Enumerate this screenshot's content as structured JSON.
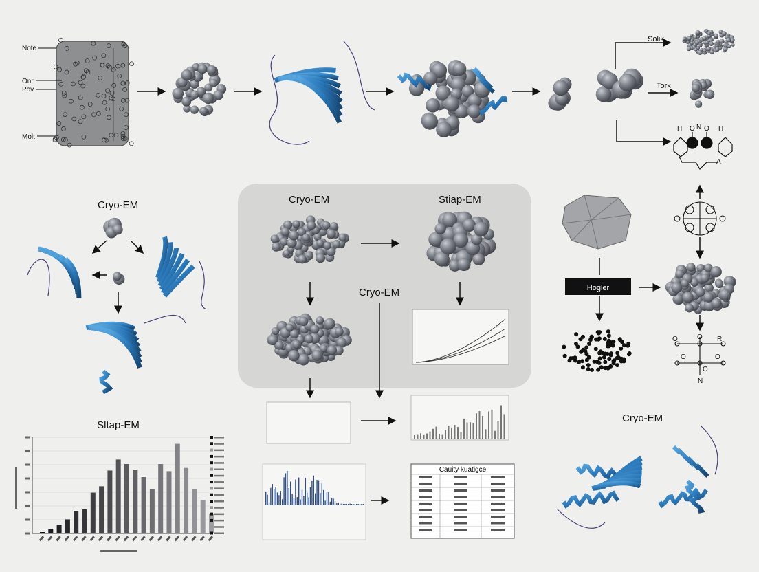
{
  "colors": {
    "background": "#efefee",
    "ribbon": "#2a78b8",
    "ribbon_dark": "#1d4f80",
    "sphere": "#7c8088",
    "panel": "#d6d6d4",
    "loop": "#4a3f78"
  },
  "top_row": {
    "cell_labels": [
      "Note",
      "Onr",
      "Pov",
      "Molt"
    ],
    "branch_labels": [
      "Solik",
      "Tork"
    ],
    "molecule_atoms": [
      "H",
      "N",
      "O",
      "O",
      "H",
      "A"
    ]
  },
  "left": {
    "title": "Cryo-EM"
  },
  "center_panel": {
    "title_left": "Cryo-EM",
    "title_right": "Stiap-EM",
    "mid_label": "Cryo-EM"
  },
  "right": {
    "box_label": "Hogler",
    "bottom_title": "Cryo-EM",
    "atoms": [
      "O",
      "O",
      "R",
      "O",
      "O",
      "O",
      "N"
    ]
  },
  "table": {
    "title": "Cauity kuatigce"
  },
  "chart_data": {
    "type": "bar",
    "title": "Sltap-EM",
    "values": [
      0.1,
      0.35,
      0.63,
      1.03,
      1.65,
      1.75,
      2.97,
      3.43,
      4.58,
      5.38,
      5.05,
      4.65,
      4.1,
      3.2,
      5.05,
      4.53,
      6.52,
      4.77,
      3.2,
      2.45,
      1.42
    ],
    "ylim": [
      0,
      7
    ],
    "grid": true,
    "legend": "right"
  }
}
